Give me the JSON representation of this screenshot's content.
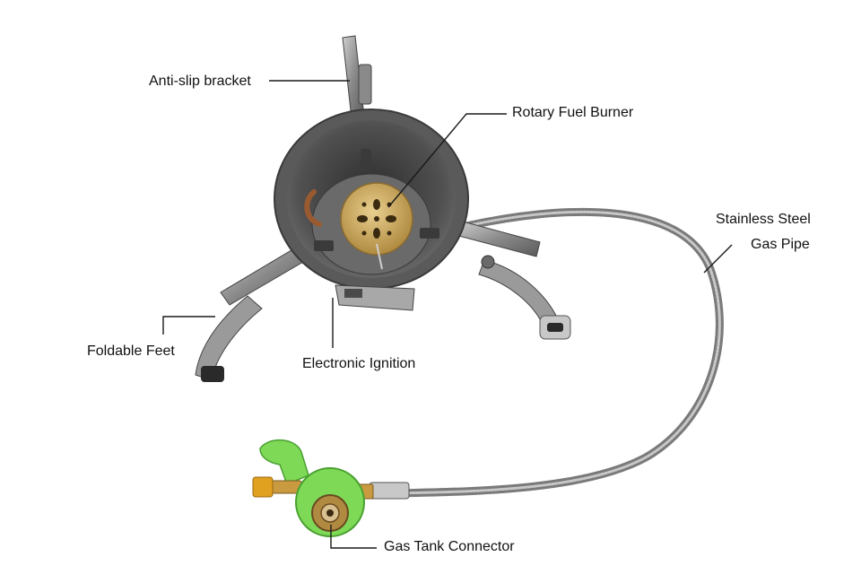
{
  "labels": {
    "anti_slip_bracket": "Anti-slip bracket",
    "rotary_fuel_burner": "Rotary Fuel Burner",
    "stainless_steel_line1": "Stainless Steel",
    "stainless_steel_line2": "Gas Pipe",
    "foldable_feet": "Foldable Feet",
    "electronic_ignition": "Electronic Ignition",
    "gas_tank_connector": "Gas Tank Connector"
  },
  "colors": {
    "background": "#ffffff",
    "leader_line": "#1a1a1a",
    "steel_dark": "#4a4a4a",
    "steel_mid": "#7a7a7a",
    "steel_light": "#b8b8b8",
    "brass": "#c9a35a",
    "copper": "#9a5a30",
    "green_valve": "#7ed957",
    "knob_orange": "#e0a020"
  }
}
